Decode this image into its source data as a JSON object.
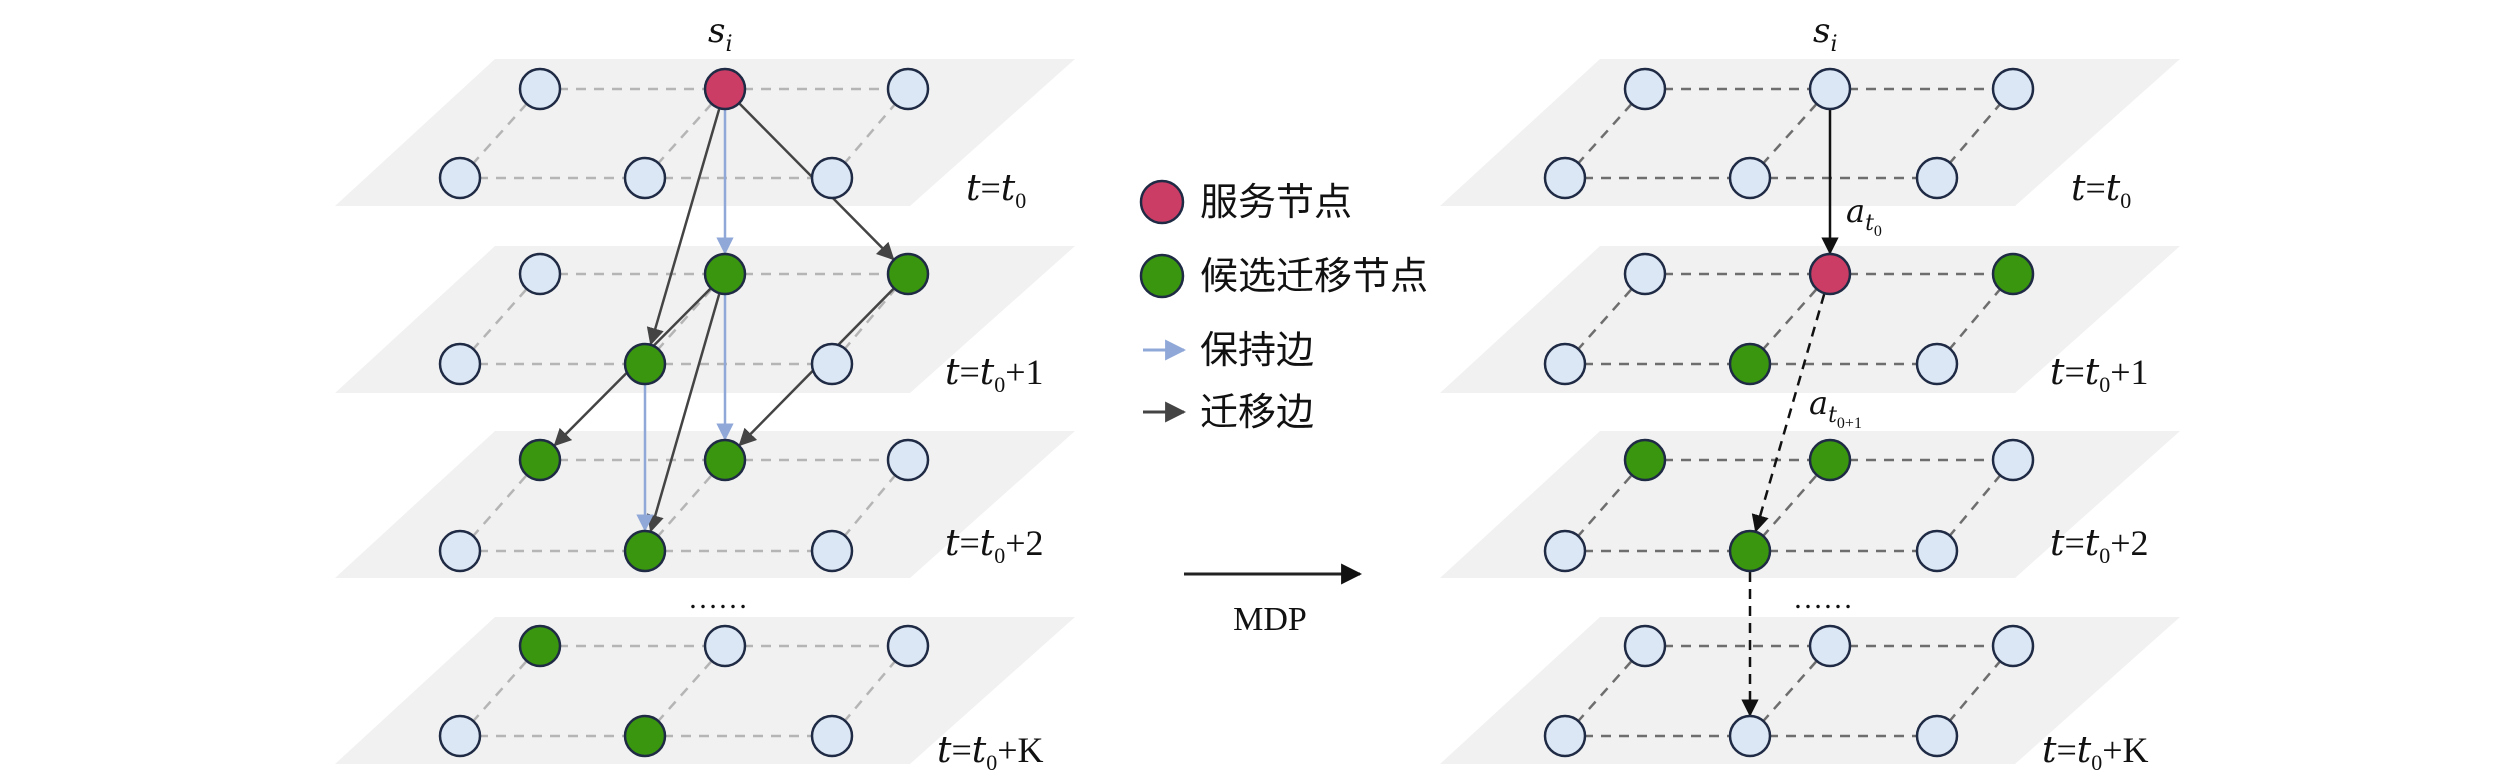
{
  "colors": {
    "plane": "#f1f1f1",
    "idle_fill": "#dce7f5",
    "node_stroke": "#1f2a44",
    "service_fill": "#cc3d66",
    "candidate_fill": "#3a960f",
    "keep_edge": "#8fa8d8",
    "migrate_edge": "#444444",
    "grid_left": "#b5b5b5",
    "grid_right": "#6e6e6e"
  },
  "legend": {
    "service_node": "服务节点",
    "candidate_node": "候选迁移节点",
    "keep_edge": "保持边",
    "migrate_edge": "迁移边"
  },
  "transition_label": "MDP",
  "ellipsis": "……",
  "left_panel": {
    "source_label": {
      "base": "s",
      "sub": "i"
    },
    "layers": [
      {
        "label": {
          "t": "t",
          "eq": "=",
          "base": "t",
          "sub": "0",
          "plus": ""
        },
        "back": [
          "idle",
          "service",
          "idle"
        ],
        "front": [
          "idle",
          "idle",
          "idle"
        ]
      },
      {
        "label": {
          "t": "t",
          "eq": "=",
          "base": "t",
          "sub": "0",
          "plus": "+1"
        },
        "back": [
          "idle",
          "candidate",
          "candidate"
        ],
        "front": [
          "idle",
          "candidate",
          "idle"
        ]
      },
      {
        "label": {
          "t": "t",
          "eq": "=",
          "base": "t",
          "sub": "0",
          "plus": "+2"
        },
        "back": [
          "candidate",
          "candidate",
          "idle"
        ],
        "front": [
          "idle",
          "candidate",
          "idle"
        ]
      },
      {
        "label": {
          "t": "t",
          "eq": "=",
          "base": "t",
          "sub": "0",
          "plus": "+K"
        },
        "back": [
          "candidate",
          "idle",
          "idle"
        ],
        "front": [
          "idle",
          "candidate",
          "idle"
        ]
      }
    ]
  },
  "right_panel": {
    "source_label": {
      "base": "s",
      "sub": "i"
    },
    "action_labels": [
      {
        "base": "a",
        "sub": "t",
        "subsub": "0"
      },
      {
        "base": "a",
        "sub": "t",
        "subsub": "0+1"
      }
    ],
    "layers": [
      {
        "label": {
          "t": "t",
          "eq": "=",
          "base": "t",
          "sub": "0",
          "plus": ""
        },
        "back": [
          "idle",
          "idle",
          "idle"
        ],
        "front": [
          "idle",
          "idle",
          "idle"
        ]
      },
      {
        "label": {
          "t": "t",
          "eq": "=",
          "base": "t",
          "sub": "0",
          "plus": "+1"
        },
        "back": [
          "idle",
          "service",
          "candidate"
        ],
        "front": [
          "idle",
          "candidate",
          "idle"
        ]
      },
      {
        "label": {
          "t": "t",
          "eq": "=",
          "base": "t",
          "sub": "0",
          "plus": "+2"
        },
        "back": [
          "candidate",
          "candidate",
          "idle"
        ],
        "front": [
          "idle",
          "candidate",
          "idle"
        ]
      },
      {
        "label": {
          "t": "t",
          "eq": "=",
          "base": "t",
          "sub": "0",
          "plus": "+K"
        },
        "back": [
          "idle",
          "idle",
          "idle"
        ],
        "front": [
          "idle",
          "idle",
          "idle"
        ]
      }
    ]
  }
}
